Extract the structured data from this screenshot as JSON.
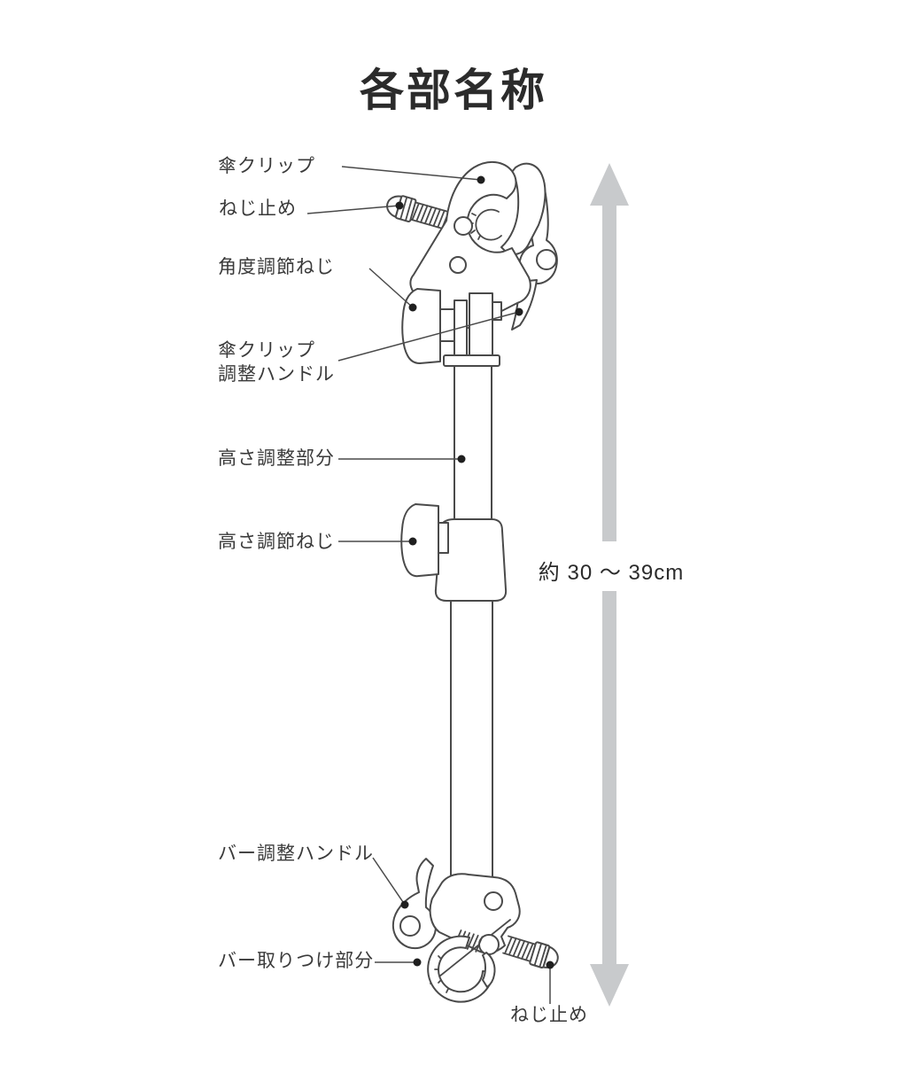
{
  "title": "各部名称",
  "labels": {
    "umbrella_clip": "傘クリップ",
    "screw_stop_top": "ねじ止め",
    "angle_screw": "角度調節ねじ",
    "clip_handle": "傘クリップ\n調整ハンドル",
    "height_part": "高さ調整部分",
    "height_screw": "高さ調節ねじ",
    "bar_handle": "バー調整ハンドル",
    "bar_attach": "バー取りつけ部分",
    "screw_stop_bottom": "ねじ止め",
    "size_range": "約 30 ～ 39cm"
  },
  "icons": {
    "size_arrow": "double-headed-vertical-arrow"
  },
  "colors": {
    "bg": "#ffffff",
    "line": "#4a4a4a",
    "text": "#3a3a3a",
    "title": "#2b2b2b",
    "arrow": "#c8cacc",
    "dot": "#1f1f1f"
  }
}
